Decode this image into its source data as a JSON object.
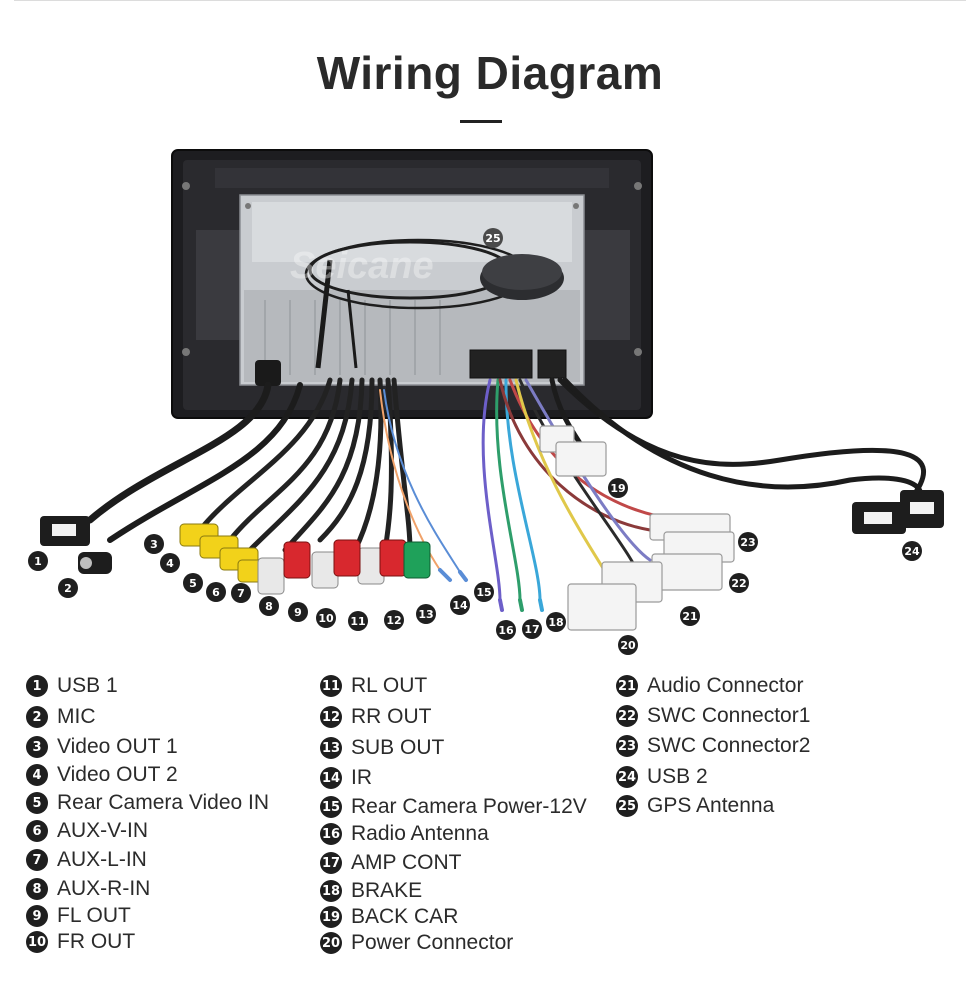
{
  "title": "Wiring Diagram",
  "watermark": "Seicane",
  "legend": [
    {
      "num": "1",
      "label": "USB 1"
    },
    {
      "num": "2",
      "label": "MIC"
    },
    {
      "num": "3",
      "label": "Video OUT 1"
    },
    {
      "num": "4",
      "label": "Video OUT 2"
    },
    {
      "num": "5",
      "label": "Rear Camera Video IN"
    },
    {
      "num": "6",
      "label": "AUX-V-IN"
    },
    {
      "num": "7",
      "label": "AUX-L-IN"
    },
    {
      "num": "8",
      "label": "AUX-R-IN"
    },
    {
      "num": "9",
      "label": "FL OUT"
    },
    {
      "num": "10",
      "label": "FR OUT"
    },
    {
      "num": "11",
      "label": "RL OUT"
    },
    {
      "num": "12",
      "label": "RR OUT"
    },
    {
      "num": "13",
      "label": "SUB OUT"
    },
    {
      "num": "14",
      "label": "IR"
    },
    {
      "num": "15",
      "label": "Rear Camera Power-12V"
    },
    {
      "num": "16",
      "label": "Radio Antenna"
    },
    {
      "num": "17",
      "label": "AMP CONT"
    },
    {
      "num": "18",
      "label": "BRAKE"
    },
    {
      "num": "19",
      "label": "BACK CAR"
    },
    {
      "num": "20",
      "label": "Power Connector"
    },
    {
      "num": "21",
      "label": "Audio Connector"
    },
    {
      "num": "22",
      "label": "SWC Connector1"
    },
    {
      "num": "23",
      "label": "SWC Connector2"
    },
    {
      "num": "24",
      "label": "USB 2"
    },
    {
      "num": "25",
      "label": "GPS Antenna"
    }
  ]
}
